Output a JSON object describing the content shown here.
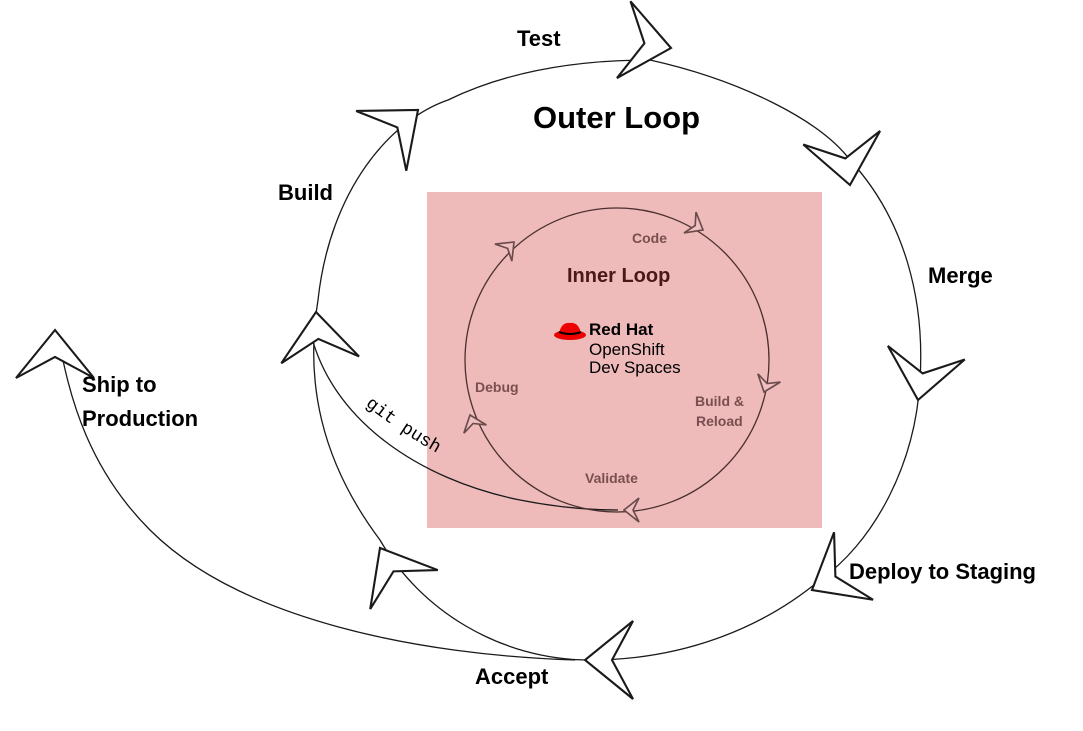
{
  "outer_loop": {
    "title": "Outer Loop",
    "stages": {
      "test": "Test",
      "merge": "Merge",
      "deploy": "Deploy to Staging",
      "accept": "Accept",
      "ship_line1": "Ship to",
      "ship_line2": "Production",
      "build": "Build"
    }
  },
  "inner_loop": {
    "title": "Inner Loop",
    "stages": {
      "code": "Code",
      "build_reload_line1": "Build &",
      "build_reload_line2": "Reload",
      "validate": "Validate",
      "debug": "Debug"
    }
  },
  "logo": {
    "brand": "Red Hat",
    "product": "OpenShift",
    "subproduct": "Dev Spaces"
  },
  "connector_label": "git push",
  "colors": {
    "inner_box": "#eebaba",
    "inner_text": "#7a4f4f",
    "redhat_red": "#ee0000",
    "line": "#1a1a1a"
  },
  "icons": [
    "chevron-arrow-icon",
    "redhat-fedora-icon"
  ]
}
